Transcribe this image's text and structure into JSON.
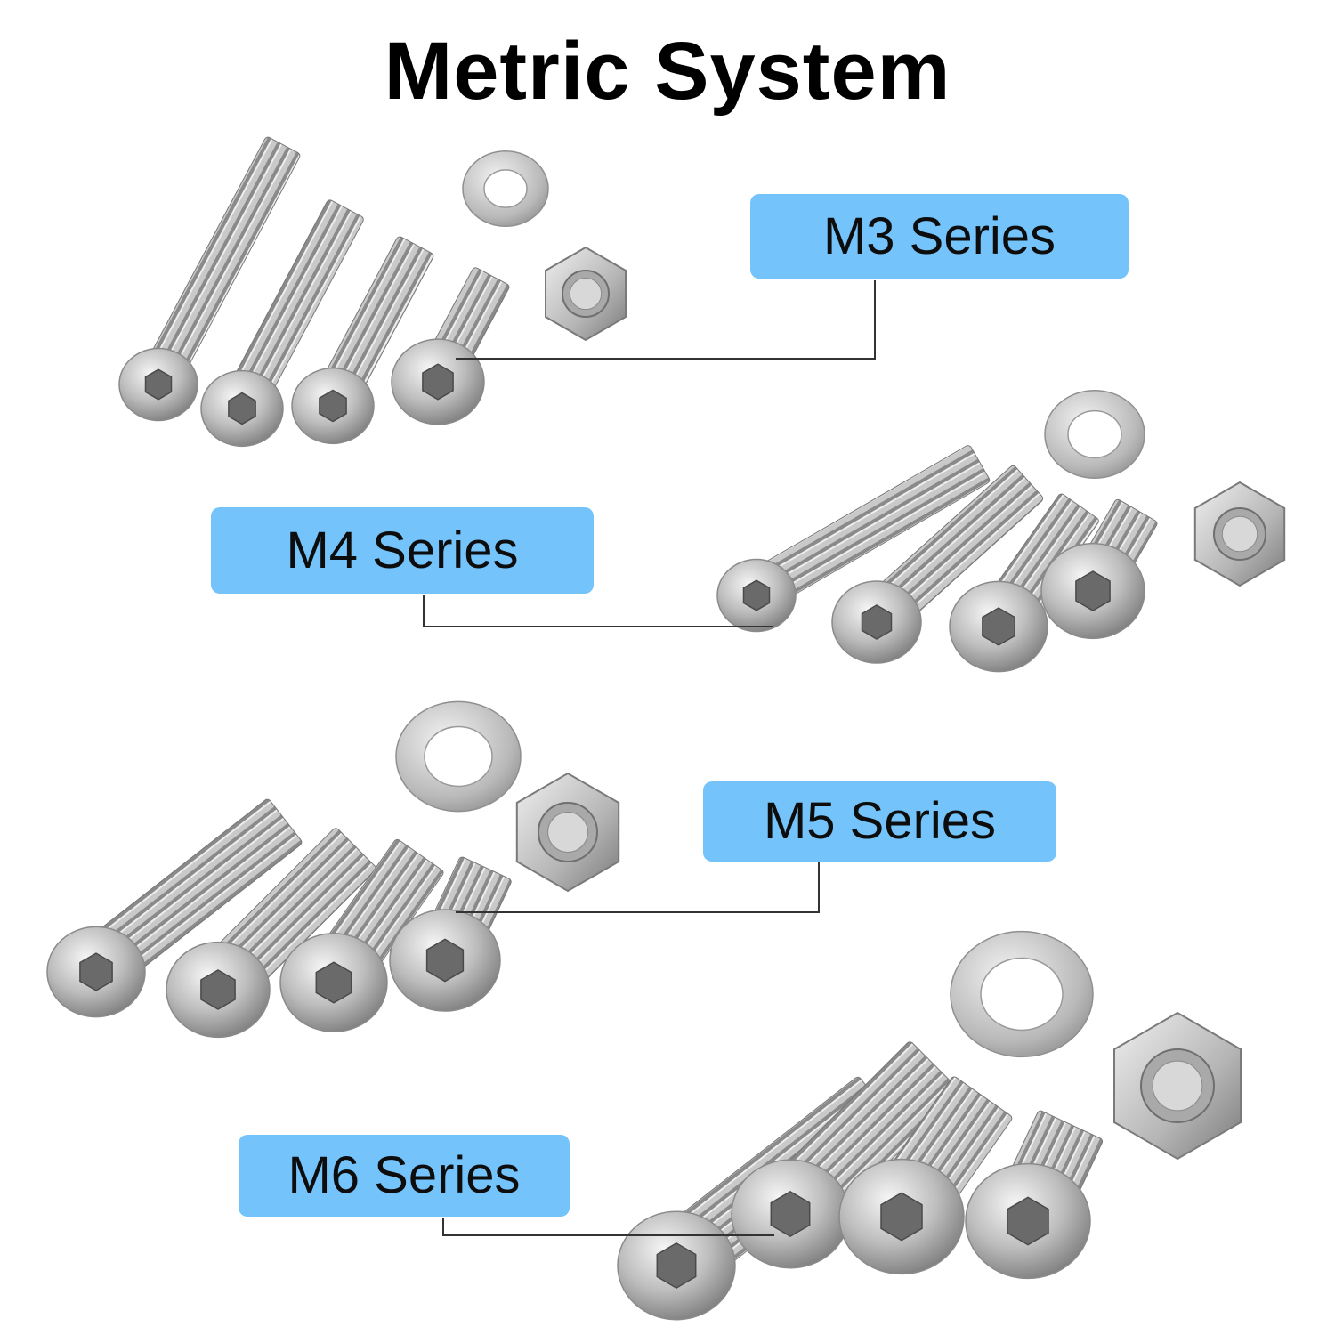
{
  "title": "Metric System",
  "series": [
    {
      "id": "m3",
      "label": "M3 Series"
    },
    {
      "id": "m4",
      "label": "M4 Series"
    },
    {
      "id": "m5",
      "label": "M5 Series"
    },
    {
      "id": "m6",
      "label": "M6 Series"
    }
  ],
  "colors": {
    "label_background": "#74c4fb",
    "label_text": "#0d0d0d",
    "title_text": "#000000",
    "metal": "#c8c8c8",
    "background": "#ffffff"
  },
  "icons": [
    "screw-icon",
    "washer-icon",
    "hex-nut-icon"
  ]
}
